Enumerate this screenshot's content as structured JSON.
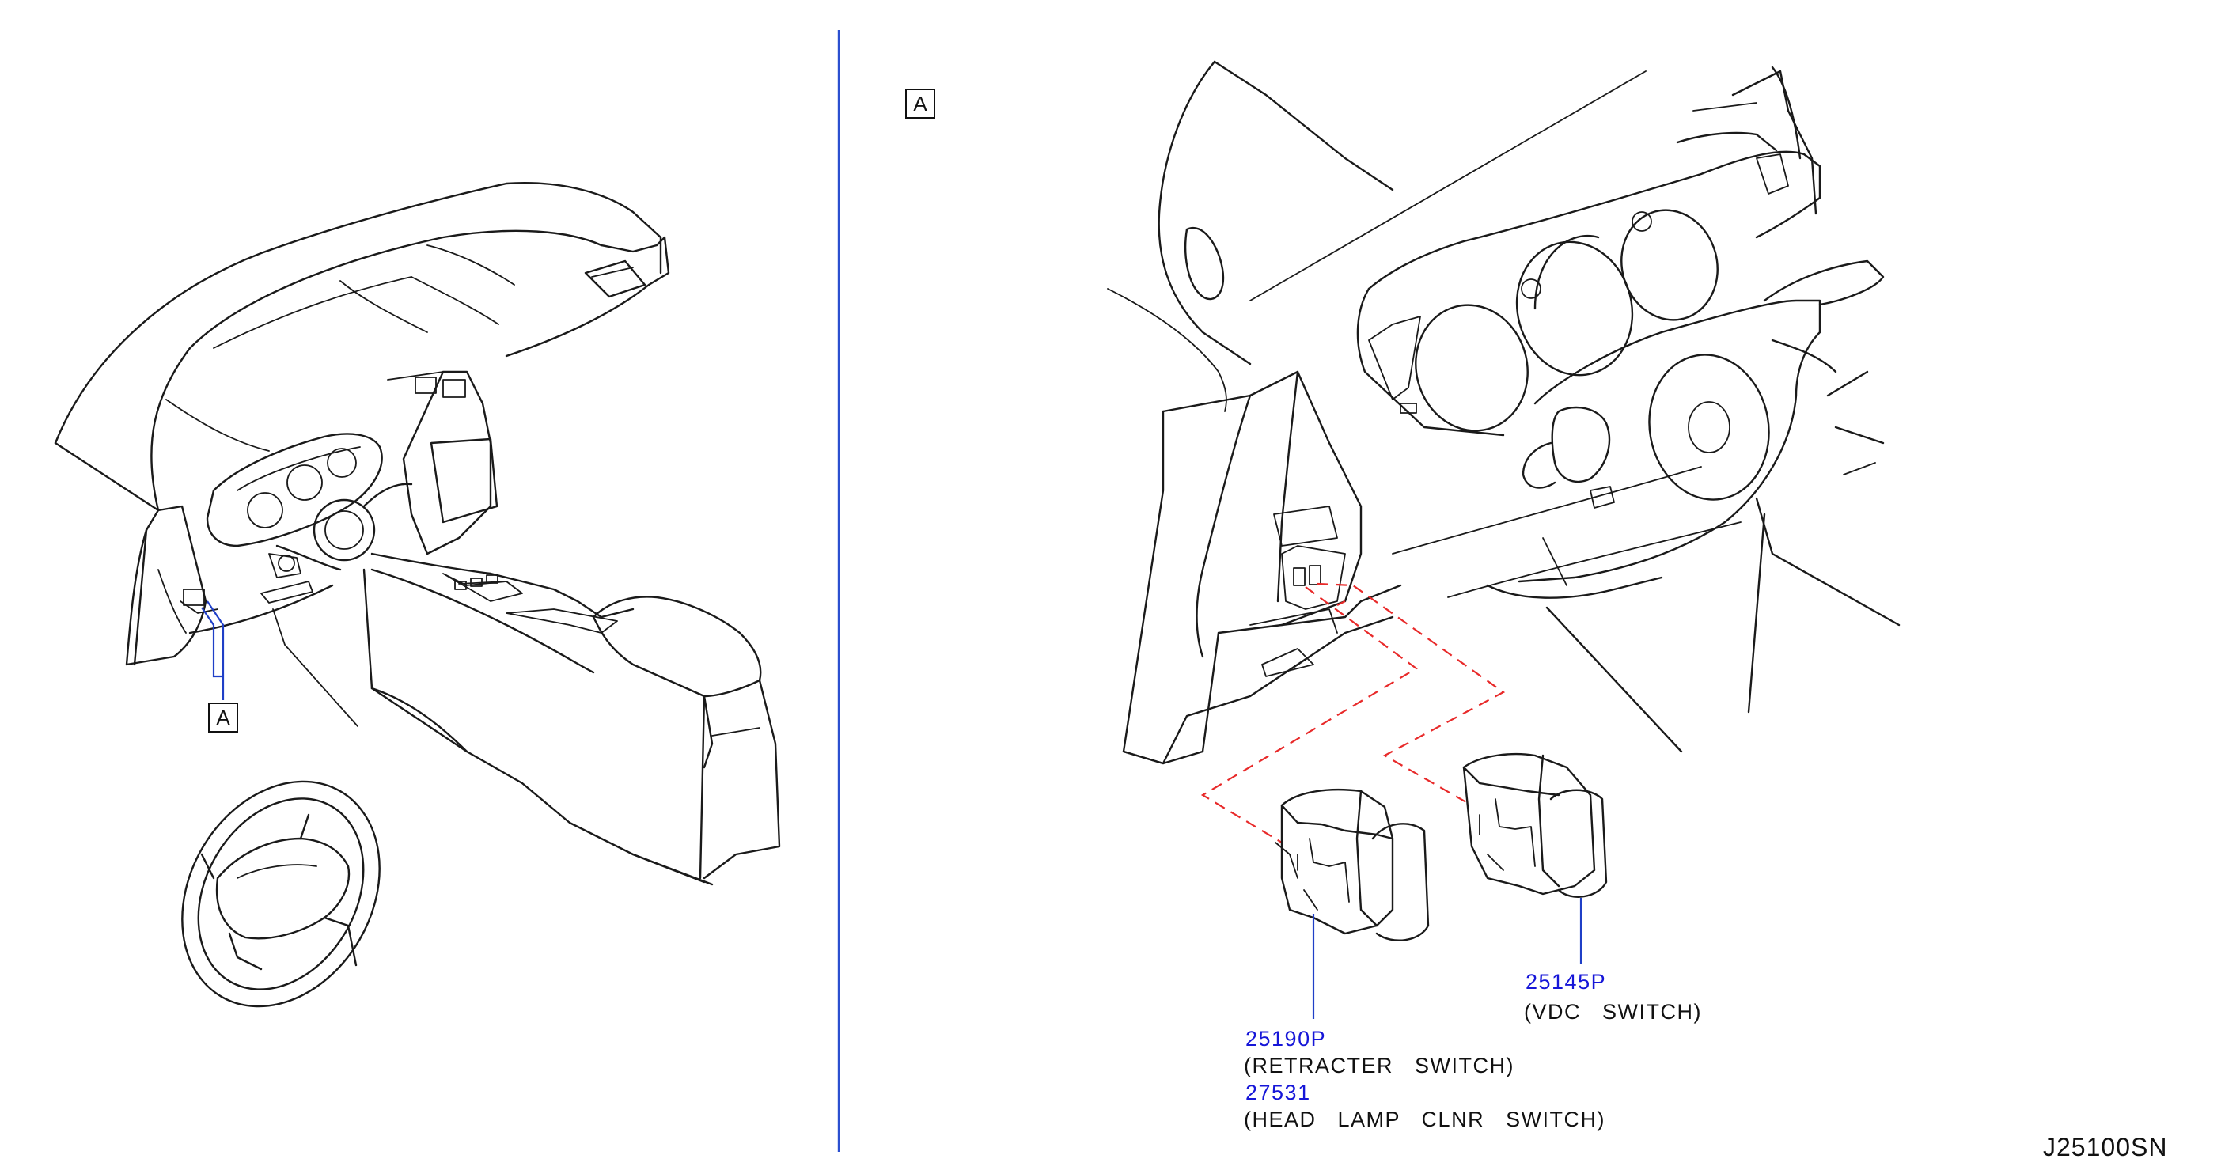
{
  "view_marker": "A",
  "callout_marker": "A",
  "parts": [
    {
      "number": "25190P",
      "name": "(RETRACTER   SWITCH)"
    },
    {
      "number": "27531",
      "name": "(HEAD   LAMP   CLNR   SWITCH)"
    },
    {
      "number": "25145P",
      "name": "(VDC   SWITCH)"
    }
  ],
  "diagram_code": "J25100SN",
  "colors": {
    "line": "#1a1a1a",
    "part_number": "#1616d8",
    "leader": "#1f3fc7",
    "phantom_dashes": "#e82a2a",
    "divider": "#2b4fd0"
  }
}
